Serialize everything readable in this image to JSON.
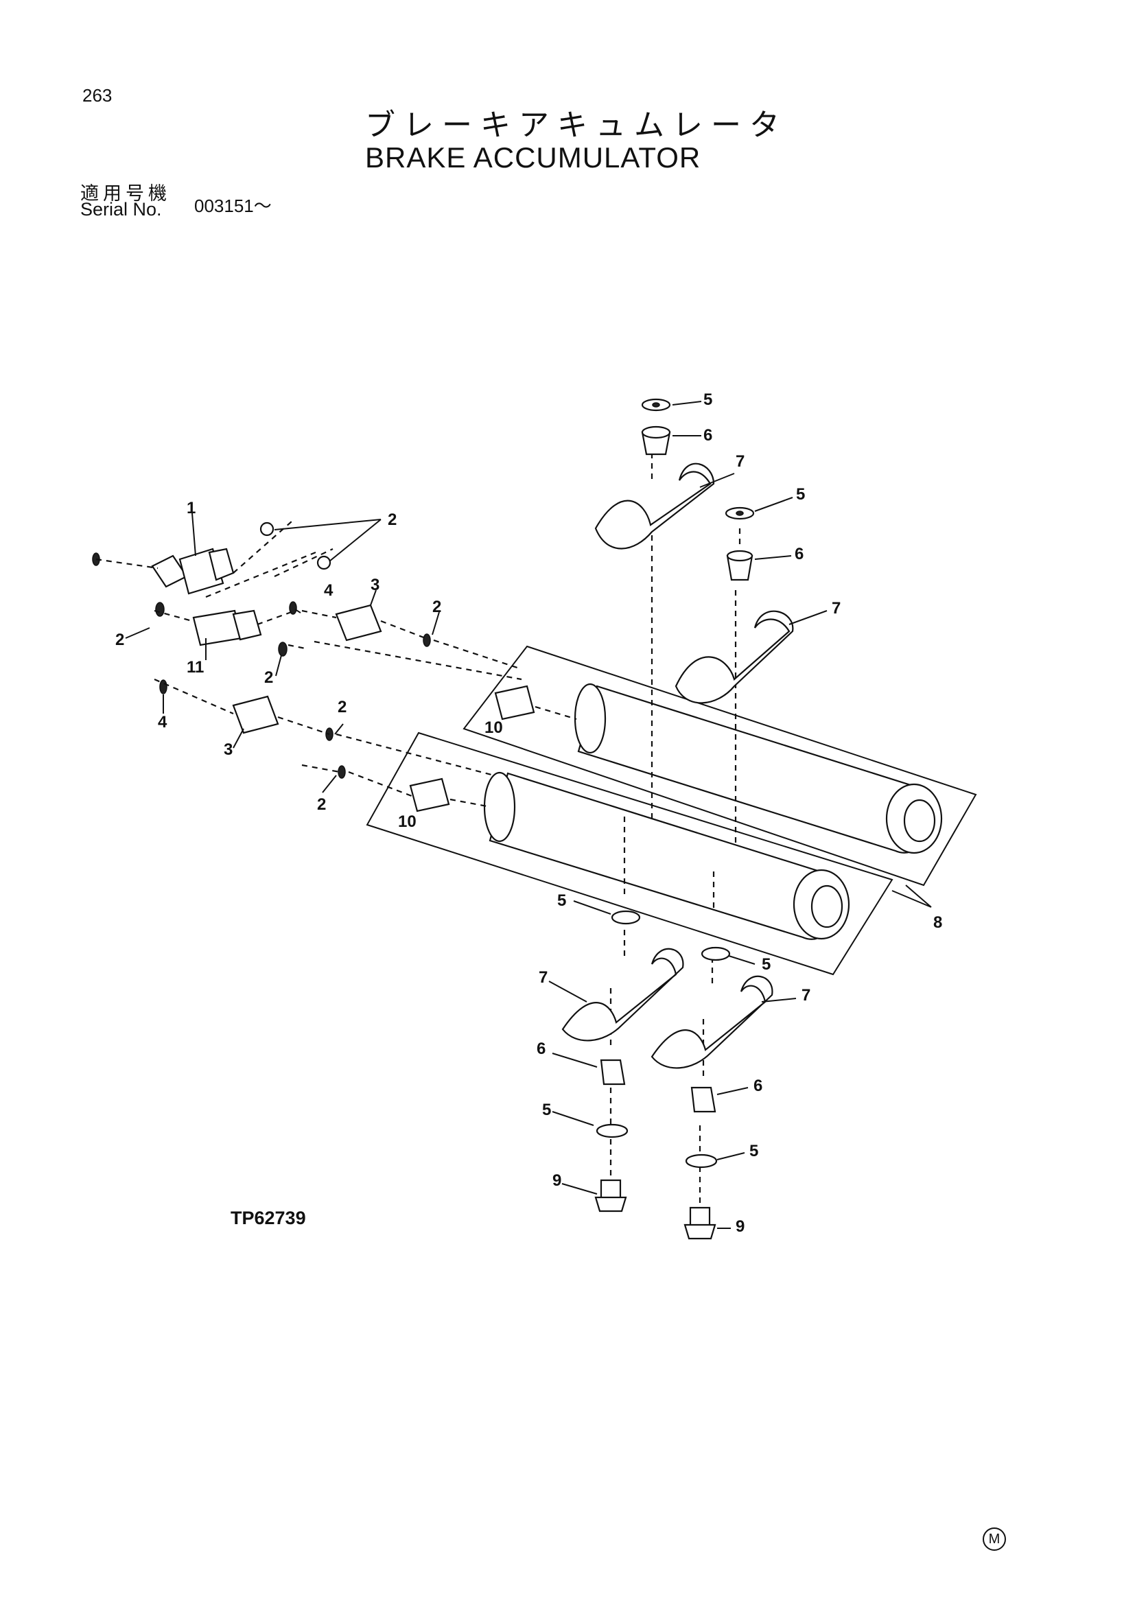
{
  "header": {
    "page_number": "263",
    "title_ja": "ブレーキアキュムレータ",
    "title_en": "BRAKE  ACCUMULATOR",
    "serial_label_ja": "適用号機",
    "serial_label_en": "Serial No.",
    "serial_value": "003151～"
  },
  "callouts": [
    "1",
    "2",
    "2",
    "2",
    "2",
    "2",
    "2",
    "3",
    "3",
    "4",
    "4",
    "5",
    "5",
    "5",
    "5",
    "5",
    "5",
    "6",
    "6",
    "6",
    "6",
    "7",
    "7",
    "7",
    "7",
    "8",
    "9",
    "9",
    "10",
    "10",
    "11"
  ],
  "footer": {
    "drawing_number": "TP62739",
    "mark": "M"
  }
}
